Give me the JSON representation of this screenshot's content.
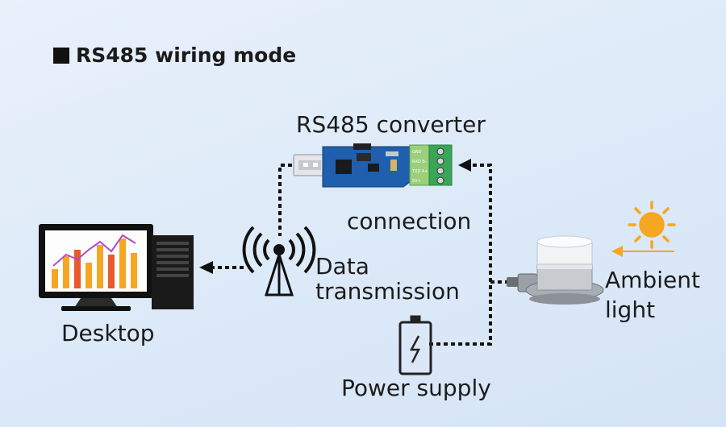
{
  "title": "RS485 wiring mode",
  "labels": {
    "converter": "RS485 converter",
    "connection": "connection",
    "data_line1": "Data",
    "data_line2": "transmission",
    "desktop": "Desktop",
    "ambient_line1": "Ambient",
    "ambient_line2": "light",
    "power": "Power supply"
  },
  "converter_terminals": [
    "GND",
    "RXD B-",
    "TXD A+",
    "5V+"
  ],
  "icons": [
    "usb-converter-icon",
    "desktop-computer-icon",
    "antenna-icon",
    "battery-icon",
    "light-sensor-icon",
    "sun-icon"
  ],
  "colors": {
    "background": "#dce9f8",
    "sun": "#f5a623",
    "pcb": "#1f5fae",
    "terminal": "#3aa655",
    "line": "#111111"
  }
}
